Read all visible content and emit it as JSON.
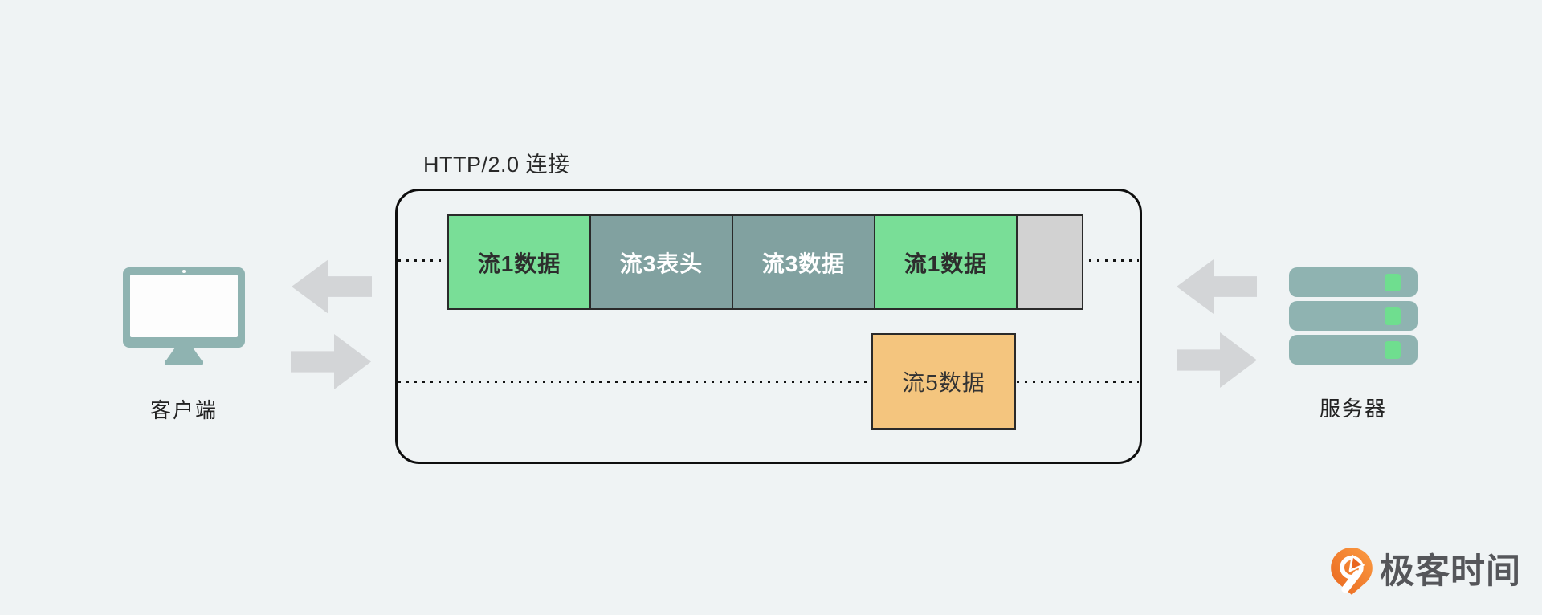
{
  "title": "HTTP/2.0 连接",
  "client": {
    "label": "客户端"
  },
  "server": {
    "label": "服务器"
  },
  "connection": {
    "frames_row1": [
      {
        "label": "流1数据",
        "type": "stream1-data",
        "color": "#79DE97"
      },
      {
        "label": "流3表头",
        "type": "stream3-headers",
        "color": "#81A1A0"
      },
      {
        "label": "流3数据",
        "type": "stream3-data",
        "color": "#81A1A0"
      },
      {
        "label": "流1数据",
        "type": "stream1-data",
        "color": "#79DE97"
      },
      {
        "label": "",
        "type": "empty",
        "color": "#D2D2D2"
      }
    ],
    "frame_row2": {
      "label": "流5数据",
      "type": "stream5-data",
      "color": "#F4C57E"
    }
  },
  "logo": {
    "text": "极客时间"
  },
  "icons": {
    "client": "monitor-icon",
    "server": "server-stack-icon",
    "logo": "geektime-pin-icon",
    "left_arrows": [
      "arrow-left-icon",
      "arrow-right-icon"
    ],
    "right_arrows": [
      "arrow-left-icon",
      "arrow-right-icon"
    ]
  },
  "colors": {
    "background": "#EFF3F4",
    "frame_green": "#79DE97",
    "frame_teal": "#81A1A0",
    "frame_gray": "#D2D2D2",
    "frame_orange": "#F4C57E",
    "arrow_gray": "#D3D5D7",
    "device_teal": "#8FB3B1",
    "indicator_green": "#6FDE8F",
    "border_dark": "#2a2a2a",
    "logo_text_gray": "#55565A",
    "logo_orange": "#F37B29"
  }
}
